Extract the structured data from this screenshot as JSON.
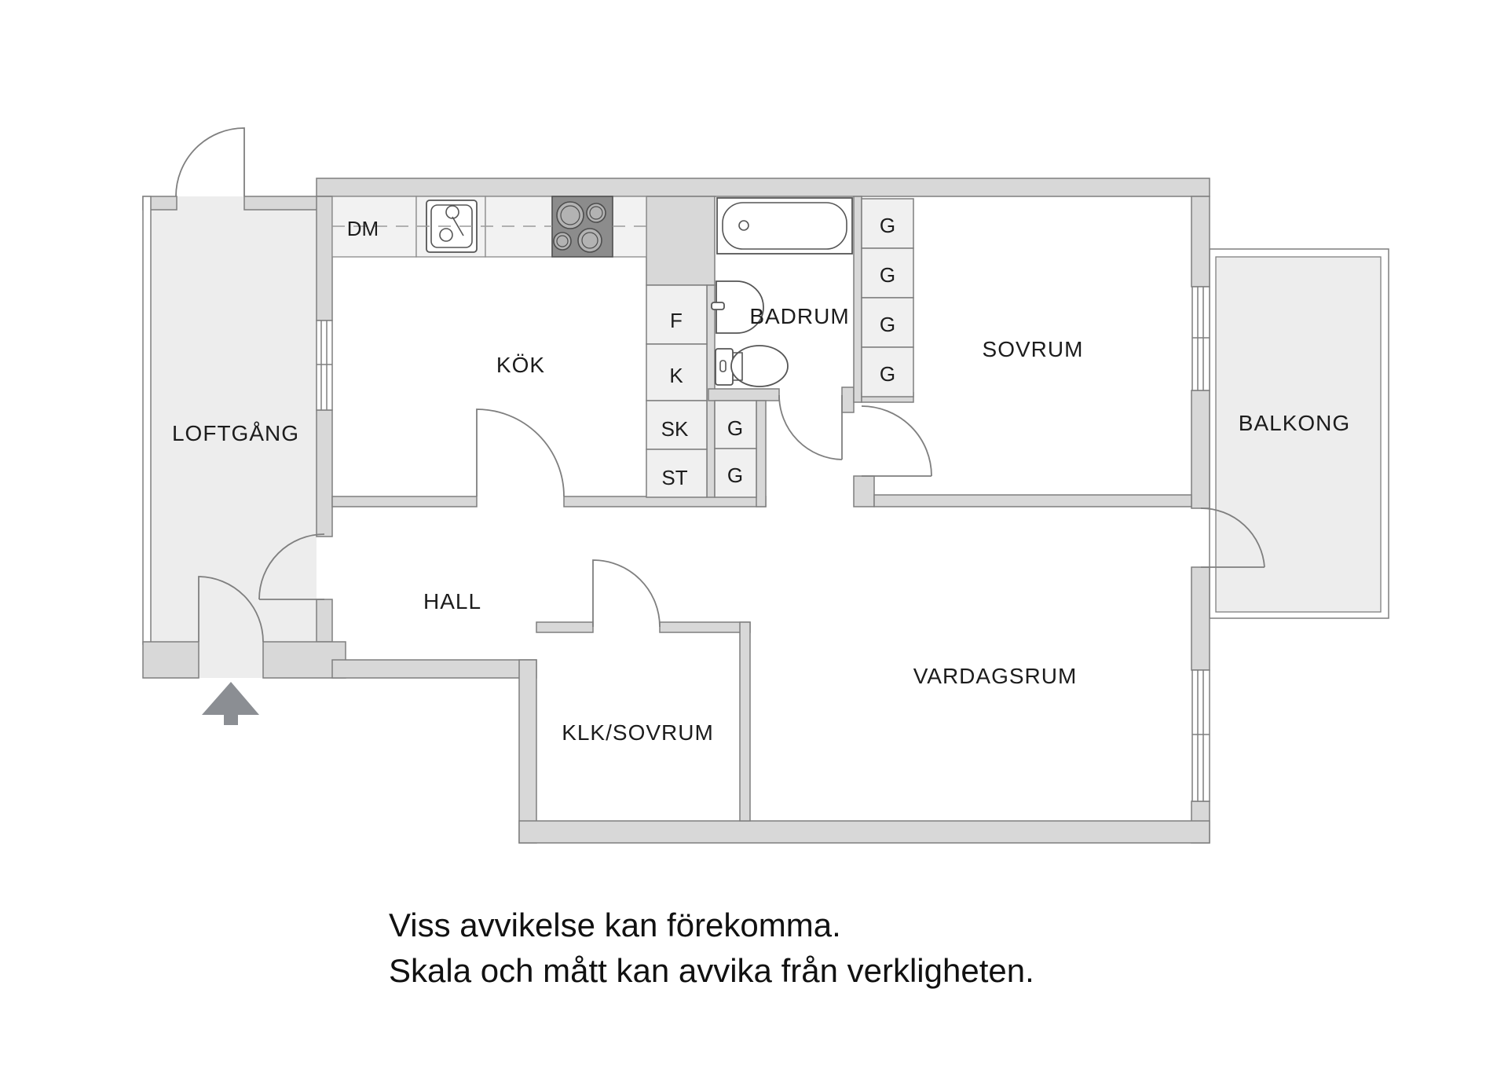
{
  "rooms": {
    "loftgang": {
      "label": "LOFTGÅNG"
    },
    "kok": {
      "label": "KÖK"
    },
    "hall": {
      "label": "HALL"
    },
    "badrum": {
      "label": "BADRUM"
    },
    "sovrum": {
      "label": "SOVRUM"
    },
    "balkong": {
      "label": "BALKONG"
    },
    "vardagsrum": {
      "label": "VARDAGSRUM"
    },
    "klk_sovrum": {
      "label": "KLK/SOVRUM"
    }
  },
  "closets": {
    "dm": "DM",
    "f": "F",
    "k": "K",
    "sk": "SK",
    "st": "ST",
    "g": "G"
  },
  "disclaimer": {
    "line1": "Viss avvikelse kan förekomma.",
    "line2": "Skala och mått kan avvika från verkligheten."
  },
  "colors": {
    "wall_fill": "#d8d8d8",
    "wall_stroke": "#7f7f7f",
    "outdoor_floor": "#ededed",
    "closet_fill": "#f0f0f0",
    "stove_fill": "#8c8c8c",
    "arrow": "#8b8e93",
    "text": "#1c1c1c"
  }
}
